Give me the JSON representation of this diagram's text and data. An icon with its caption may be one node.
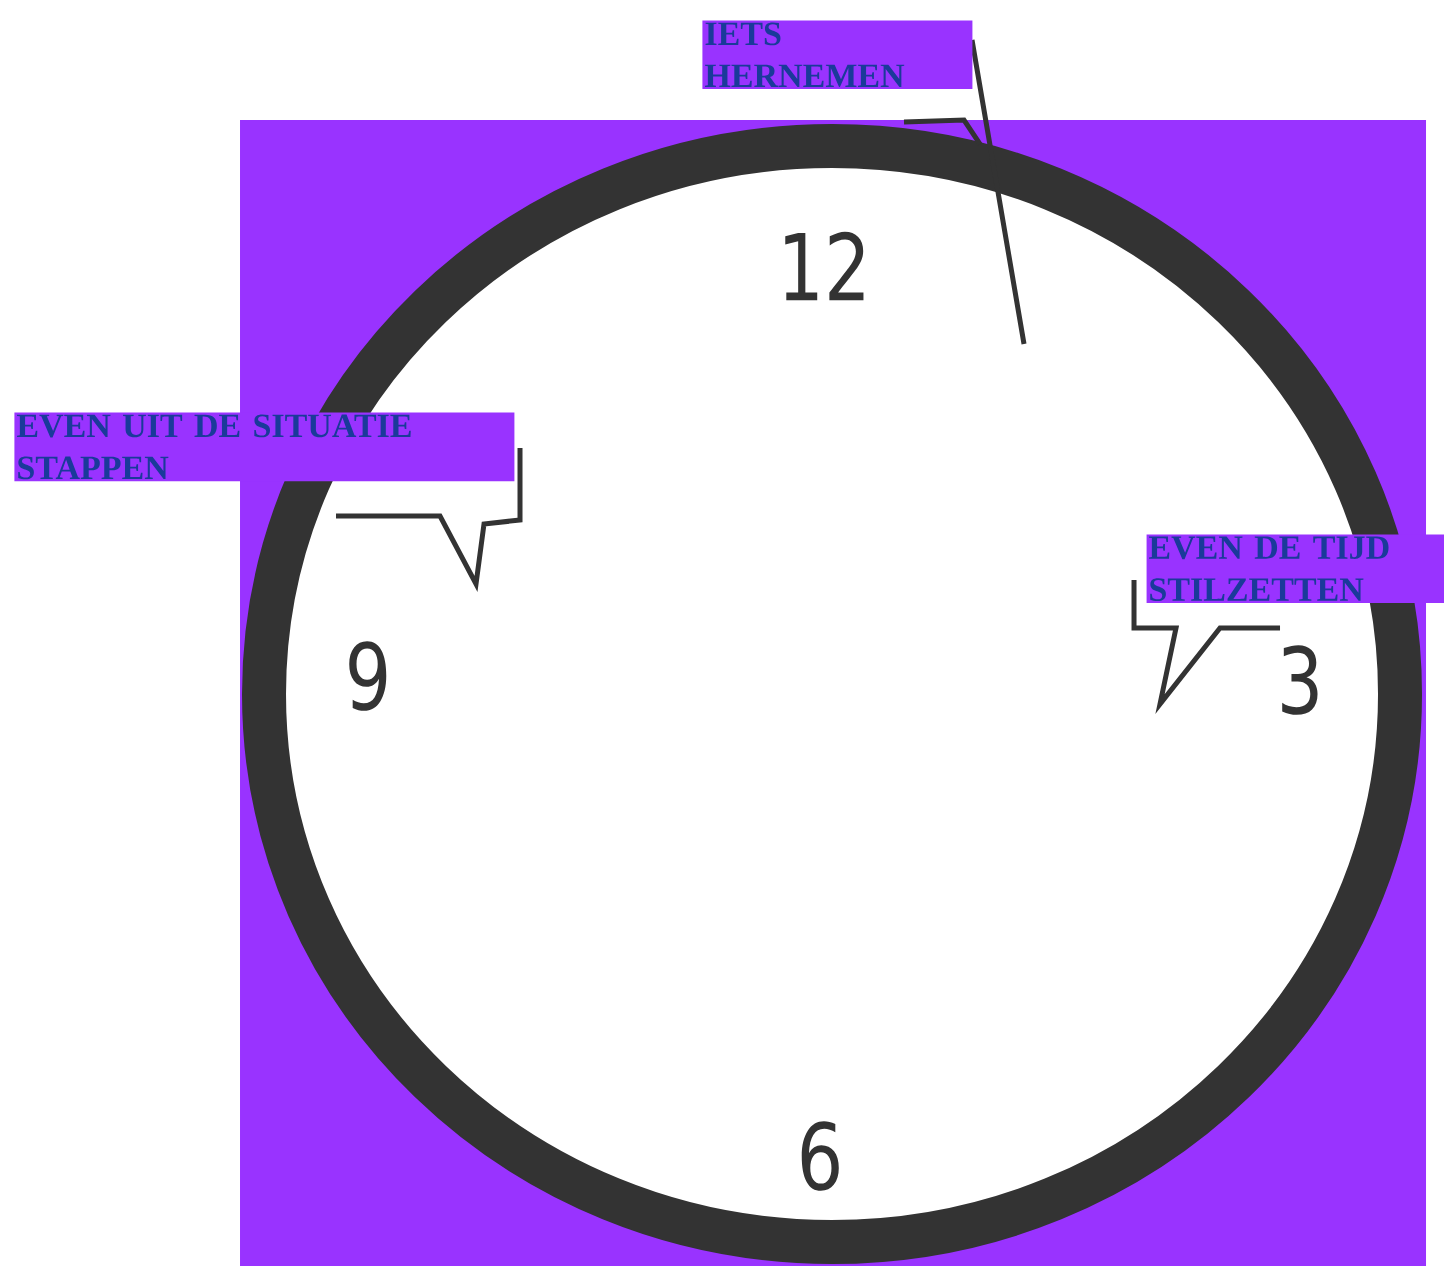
{
  "diagram": {
    "nodes": [
      {
        "text": [
          "IETS HERNEMEN"
        ]
      },
      {
        "text": [
          "EVEN UIT DE SITUATIE STAPPEN"
        ]
      },
      {
        "text": [
          "EVEN DE TIJD STILZETTEN"
        ]
      }
    ],
    "labels": [
      "12",
      "9",
      "3",
      "6"
    ]
  }
}
